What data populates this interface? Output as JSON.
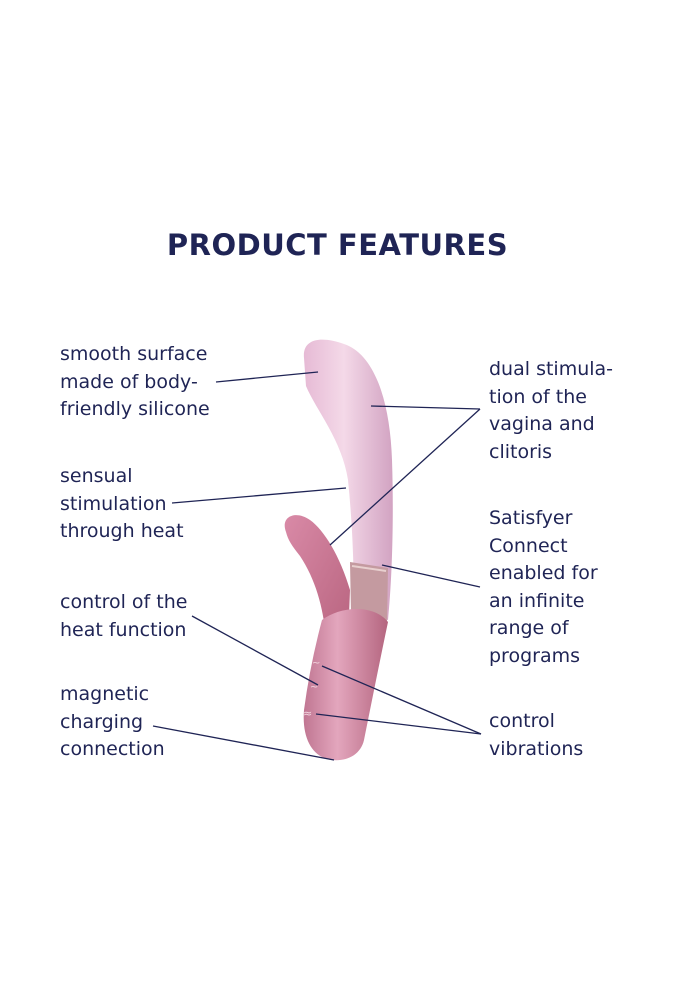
{
  "title": "PRODUCT FEATURES",
  "features": {
    "smooth_surface": [
      "smooth surface",
      "made of body-",
      "friendly silicone"
    ],
    "sensual_heat": [
      "sensual",
      "stimulation",
      "through heat"
    ],
    "heat_control": [
      "control of the",
      "heat function"
    ],
    "magnetic_charging": [
      "magnetic",
      "charging",
      "connection"
    ],
    "dual_stimulation": [
      "dual stimula-",
      "tion of the",
      "vagina and",
      "clitoris"
    ],
    "satisfyer_connect": [
      "Satisfyer",
      "Connect",
      "enabled for",
      "an infinite",
      "range of",
      "programs"
    ],
    "control_vibrations": [
      "control",
      "vibrations"
    ]
  },
  "colors": {
    "text": "#1f2455",
    "leader_line": "#1f2455",
    "shaft_light": "#f0cfe2",
    "shaft_dark": "#d6a7c5",
    "handle_light": "#dc98b1",
    "handle_dark": "#b86a88",
    "band": "#c9a0a4"
  }
}
